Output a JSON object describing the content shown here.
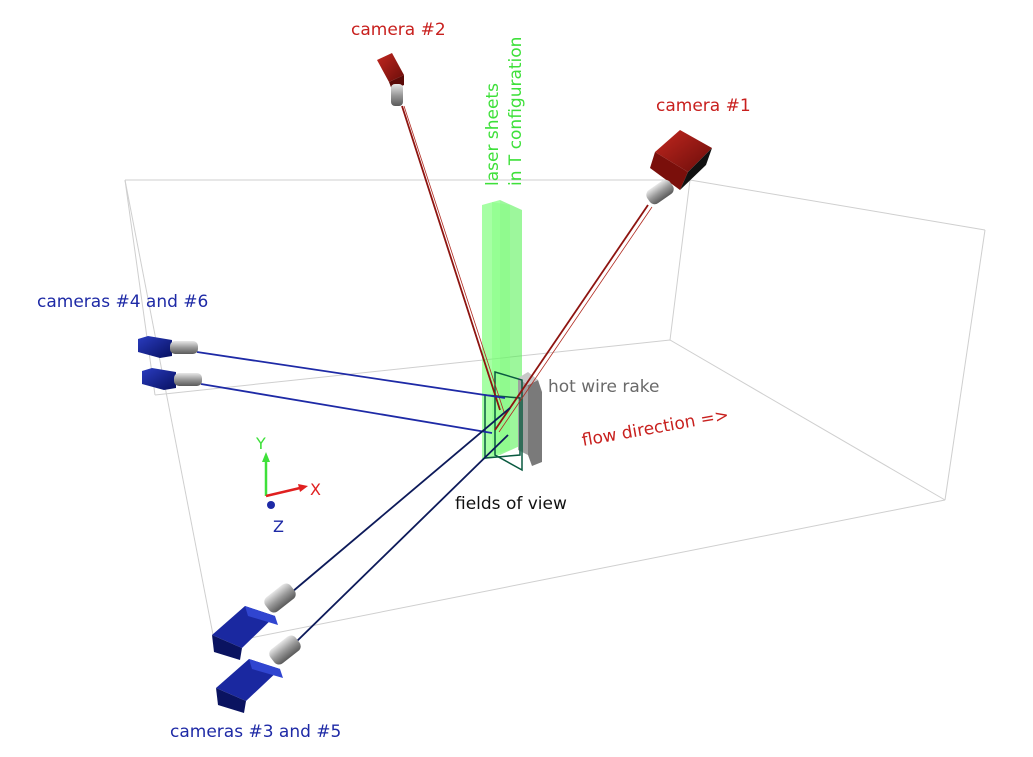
{
  "labels": {
    "camera2": "camera #2",
    "camera1": "camera #1",
    "laser_line1": "laser sheets",
    "laser_line2": "in T configuration",
    "cameras46": "cameras #4 and #6",
    "cameras35": "cameras #3 and #5",
    "hot_wire": "hot wire rake",
    "flow": "flow direction =>",
    "fov": "fields of view"
  },
  "axes": {
    "y": "Y",
    "x": "X",
    "z": "Z"
  },
  "colors": {
    "red": "#c8201e",
    "blue": "#1e2aa6",
    "green": "#3ee03a",
    "gray": "#6a6a6a",
    "camera_red": "#8e1410",
    "camera_blue": "#0d1a7a",
    "box_line": "#c9c9c9"
  }
}
